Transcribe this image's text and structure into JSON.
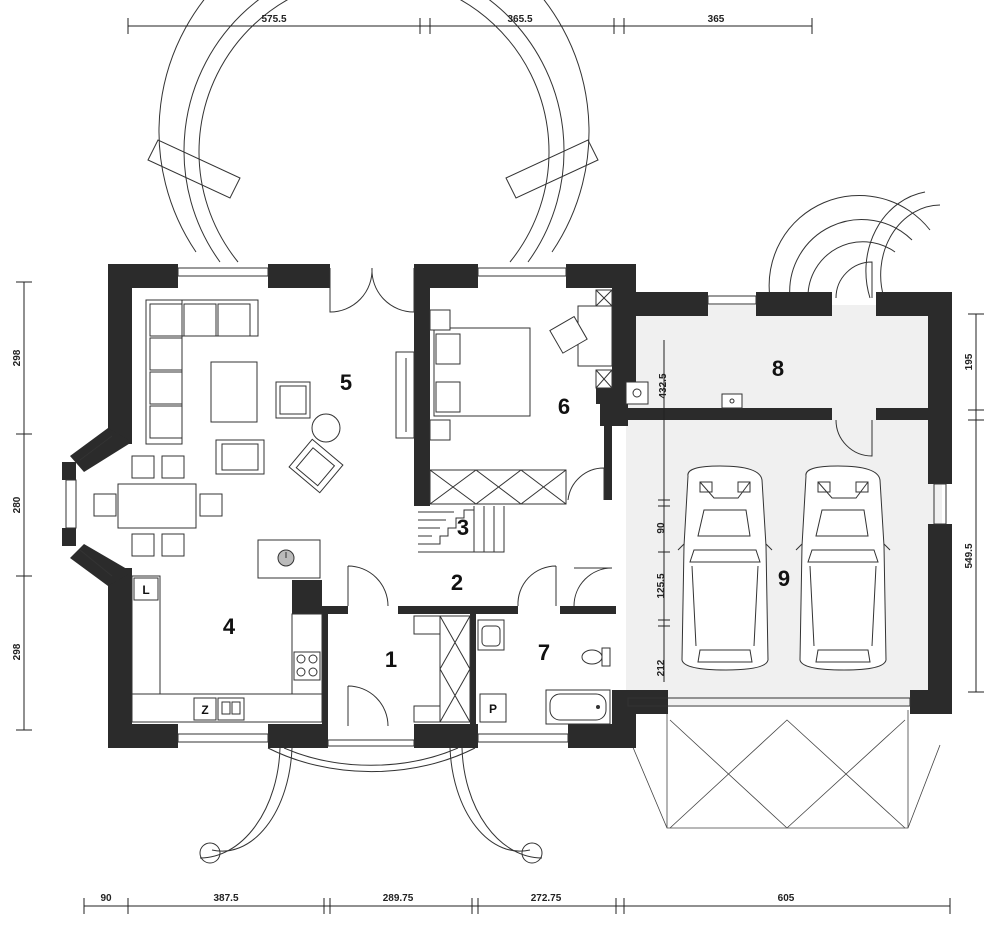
{
  "dimensions": {
    "top": [
      "575.5",
      "365.5",
      "365"
    ],
    "bottom": [
      "90",
      "387.5",
      "289.75",
      "272.75",
      "605"
    ],
    "left": [
      "298",
      "280",
      "298"
    ],
    "right": [
      "195",
      "549.5"
    ],
    "inner_vertical": [
      "432.5",
      "90",
      "125.5",
      "212"
    ]
  },
  "rooms": [
    "1",
    "2",
    "3",
    "4",
    "5",
    "6",
    "7",
    "8",
    "9"
  ],
  "fixtures": {
    "laundry": "L",
    "fridge": "Z",
    "boiler": "P"
  },
  "colors": {
    "wall": "#2b2b2b",
    "garage_floor": "#f0f0f0",
    "line": "#333333"
  }
}
